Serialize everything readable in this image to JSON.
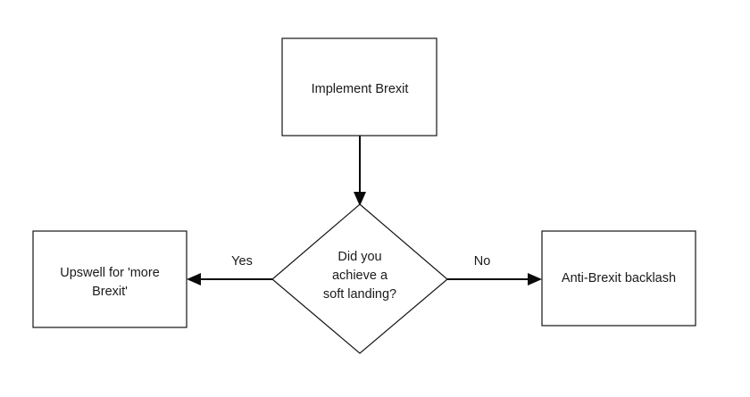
{
  "diagram": {
    "type": "flowchart",
    "background_color": "#ffffff",
    "stroke_color": "#141414",
    "text_color": "#1a1a1a",
    "nodes": [
      {
        "id": "implement-brexit",
        "shape": "rectangle",
        "lines": [
          "Implement Brexit"
        ],
        "line1": "Implement Brexit"
      },
      {
        "id": "soft-landing-decision",
        "shape": "diamond",
        "lines": [
          "Did you",
          "achieve a",
          "soft landing?"
        ],
        "line1": "Did you",
        "line2": "achieve a",
        "line3": "soft landing?"
      },
      {
        "id": "upswell-more-brexit",
        "shape": "rectangle",
        "lines": [
          "Upswell for 'more",
          "Brexit'"
        ],
        "line1": "Upswell for 'more",
        "line2": "Brexit'"
      },
      {
        "id": "anti-brexit-backlash",
        "shape": "rectangle",
        "lines": [
          "Anti-Brexit backlash"
        ],
        "line1": "Anti-Brexit backlash"
      }
    ],
    "edges": [
      {
        "id": "implement-to-decision",
        "from": "implement-brexit",
        "to": "soft-landing-decision",
        "label": "",
        "direction": "down"
      },
      {
        "id": "decision-to-upswell",
        "from": "soft-landing-decision",
        "to": "upswell-more-brexit",
        "label": "Yes",
        "direction": "left"
      },
      {
        "id": "decision-to-backlash",
        "from": "soft-landing-decision",
        "to": "anti-brexit-backlash",
        "label": "No",
        "direction": "right"
      }
    ]
  }
}
